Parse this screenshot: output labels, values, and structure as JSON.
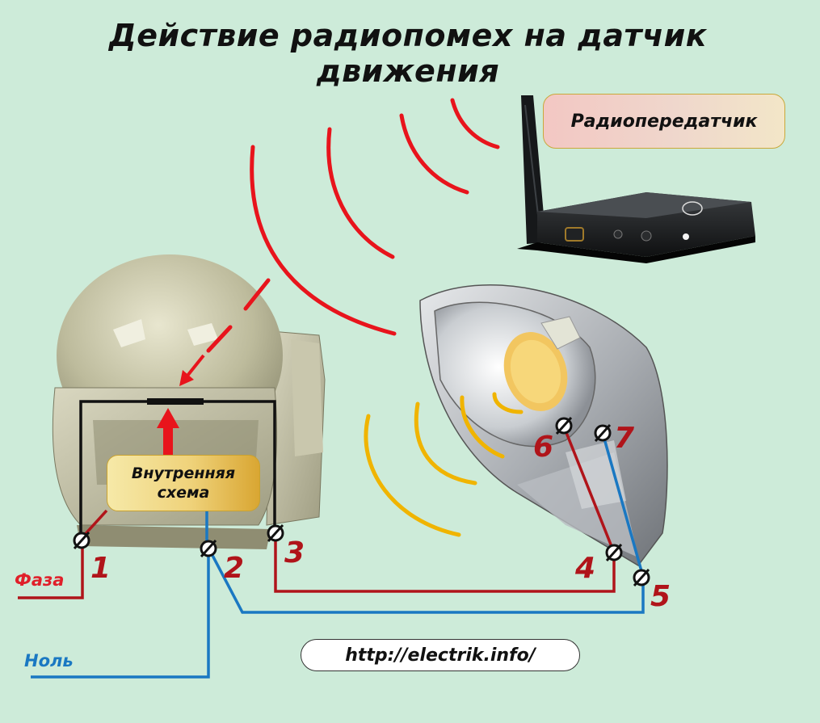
{
  "title": "Действие радиопомех на датчик движения",
  "labels": {
    "transmitter": "Радиопередатчик",
    "inner_line1": "Внутренняя",
    "inner_line2": "схема",
    "phase": "Фаза",
    "neutral": "Ноль",
    "url": "http://electrik.info/"
  },
  "terminals": [
    "1",
    "2",
    "3",
    "4",
    "5",
    "6",
    "7"
  ],
  "colors": {
    "background": "#cdebd9",
    "phase_wire": "#b0141a",
    "phase_label": "#e0202a",
    "neutral_wire": "#1a78c2",
    "radio_waves": "#e8141c",
    "light_waves": "#f0b400",
    "internal_wire": "#111111"
  },
  "icons": [
    "antenna-icon",
    "transmitter-box-icon",
    "motion-sensor-icon",
    "street-lamp-icon",
    "terminal-screw-icon"
  ]
}
